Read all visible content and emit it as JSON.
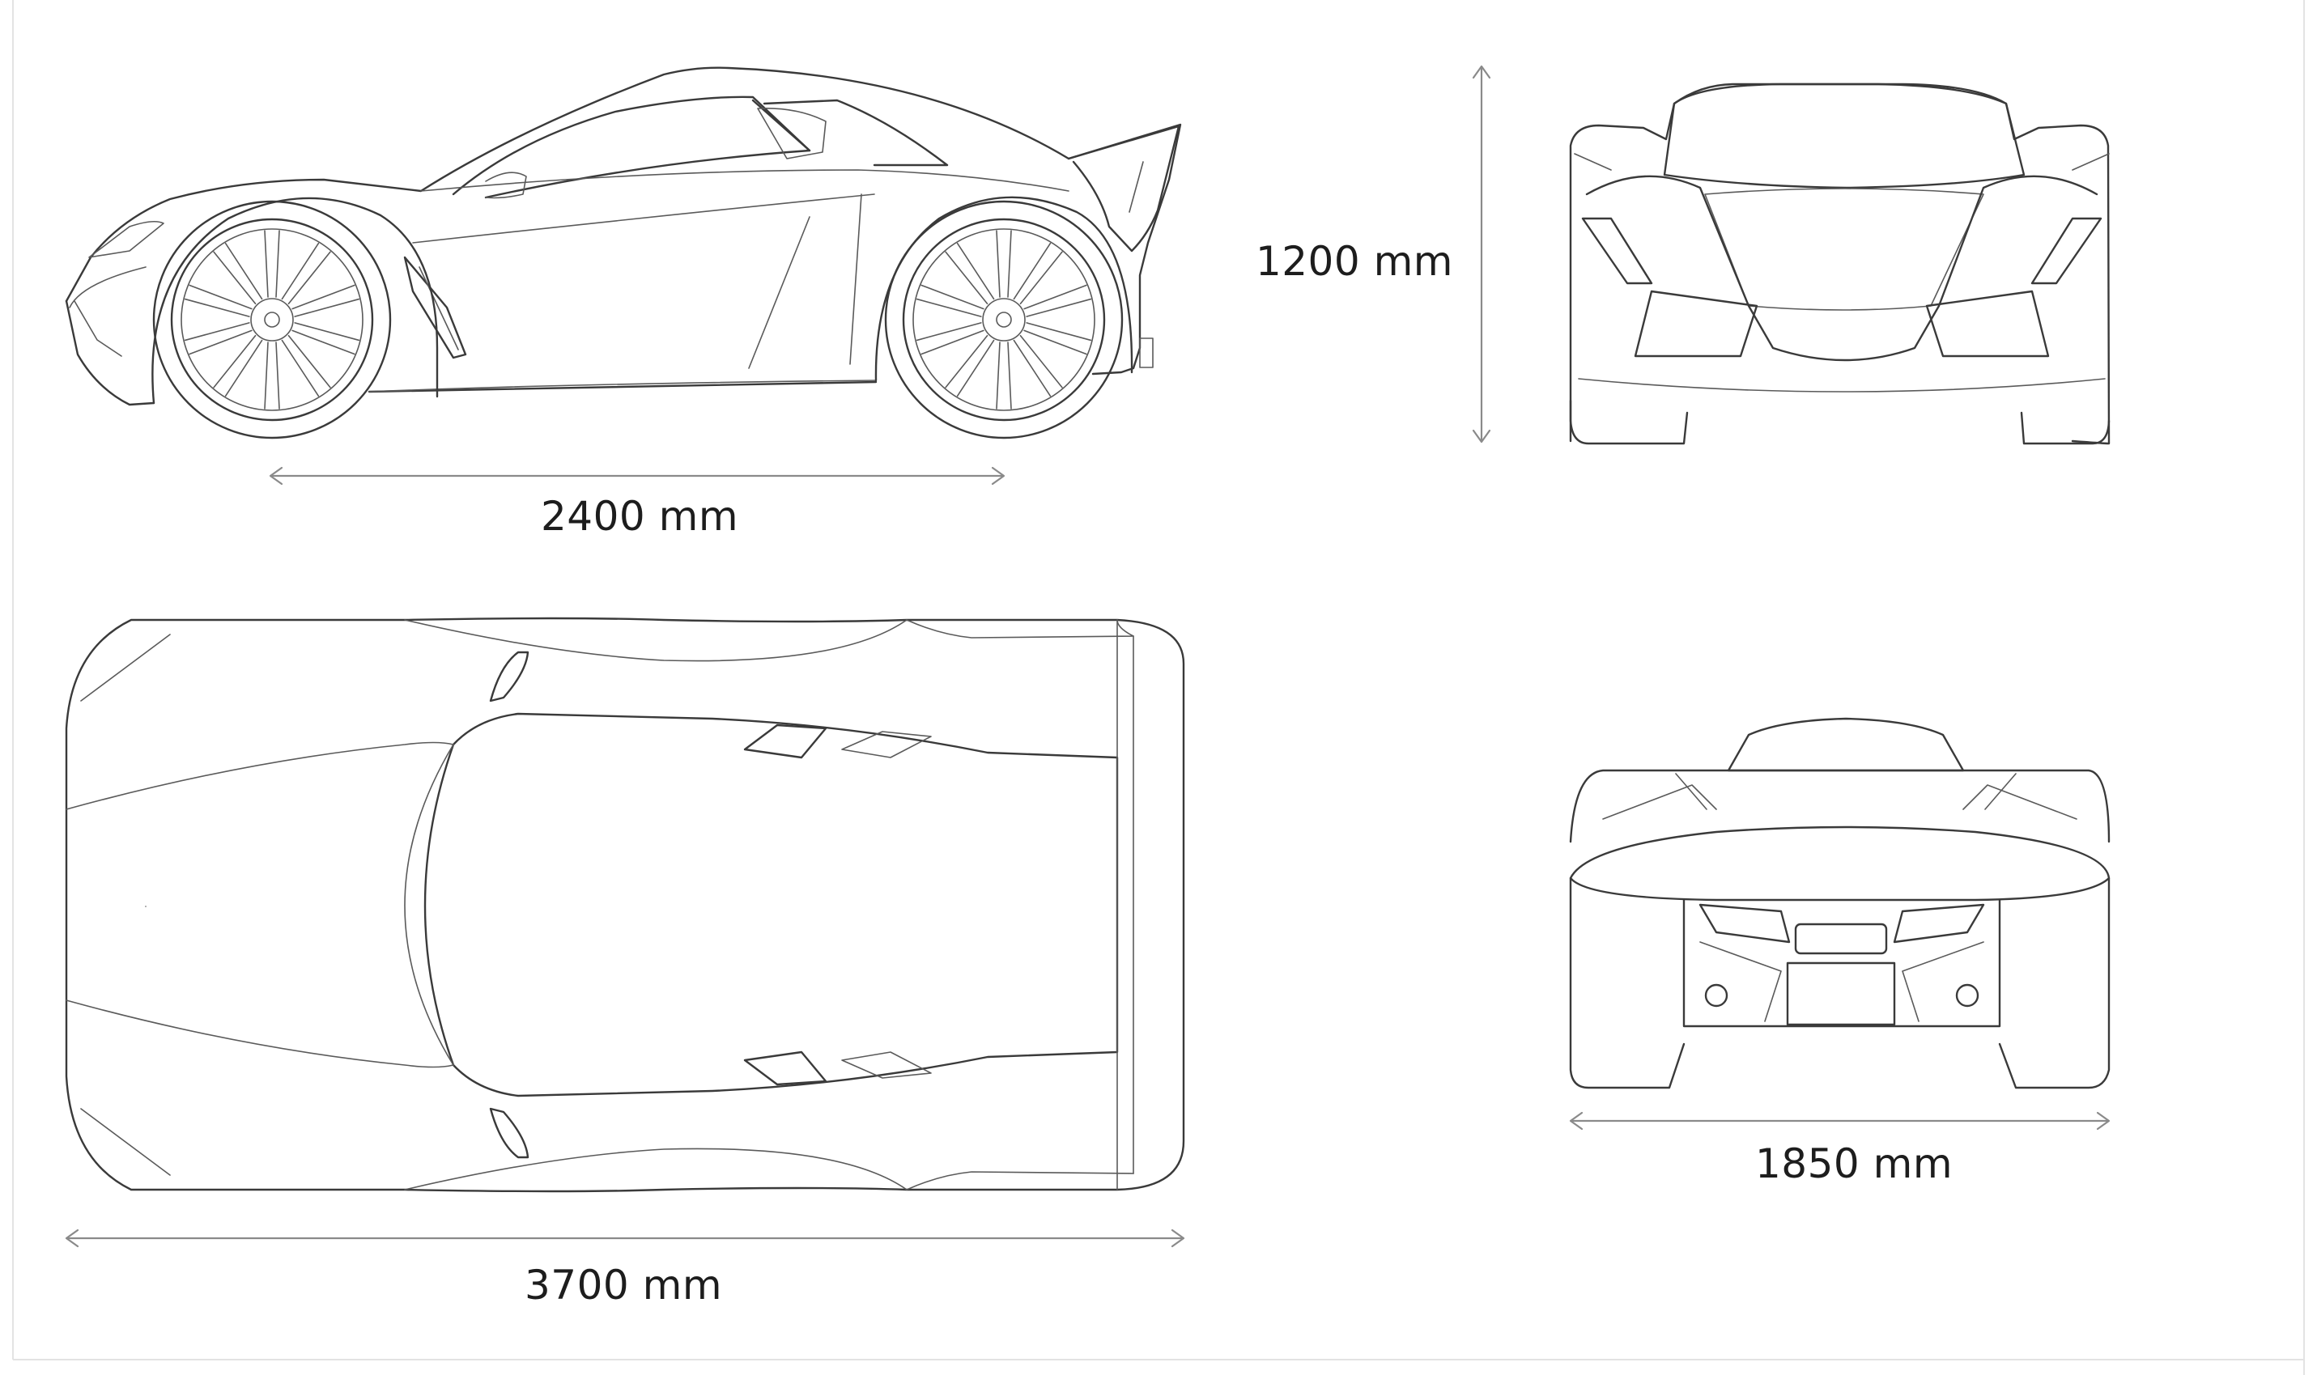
{
  "dimensions": {
    "wheelbase": "2400 mm",
    "height": "1200 mm",
    "length": "3700 mm",
    "width": "1850 mm"
  }
}
